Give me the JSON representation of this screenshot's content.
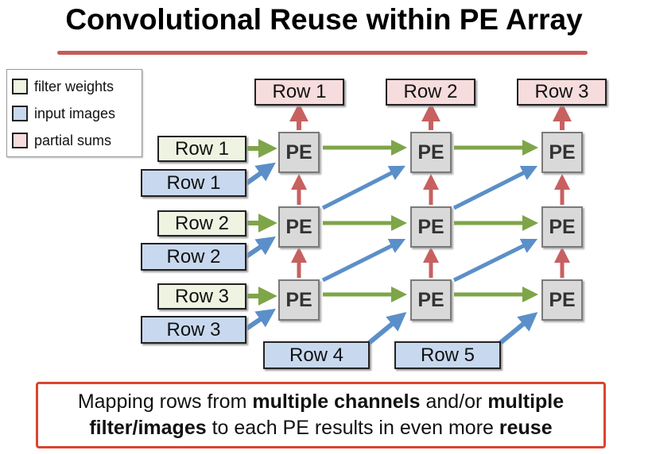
{
  "title": "Convolutional Reuse within PE Array",
  "legend": [
    {
      "label": "filter weights",
      "color": "#eef3e2"
    },
    {
      "label": "input images",
      "color": "#c8d9ef"
    },
    {
      "label": "partial sums",
      "color": "#f6dcdc"
    }
  ],
  "partial_sums": [
    "Row 1",
    "Row 2",
    "Row 3"
  ],
  "filter_rows": [
    "Row 1",
    "Row 2",
    "Row 3"
  ],
  "input_rows": [
    "Row 1",
    "Row 2",
    "Row 3",
    "Row 4",
    "Row 5"
  ],
  "pe_label": "PE",
  "note": {
    "t1": "Mapping rows from ",
    "b1": "multiple channels",
    "t2": " and/or ",
    "b2": "multiple",
    "b3": "filter/images",
    "t3": " to each PE results in even more ",
    "b4": "reuse"
  },
  "colors": {
    "accent_red": "#c85a5a",
    "arrow_green": "#7ea548",
    "arrow_blue": "#5b8fc9",
    "note_border": "#d9452e"
  }
}
